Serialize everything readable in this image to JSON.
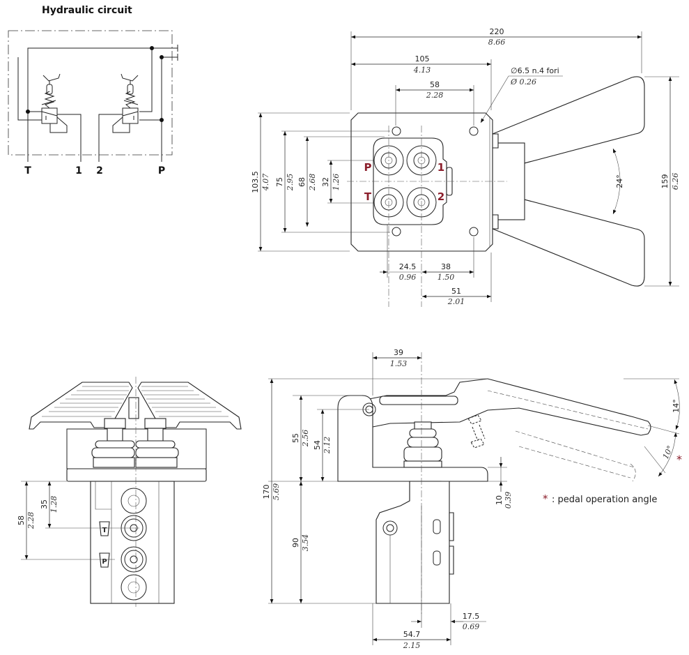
{
  "circuit": {
    "title": "Hydraulic circuit",
    "ports": [
      "T",
      "1",
      "2",
      "P"
    ]
  },
  "top_view": {
    "port_labels": {
      "p": "P",
      "one": "1",
      "t": "T",
      "two": "2"
    },
    "dims": {
      "overall_width": {
        "mm": "220",
        "in": "8.66"
      },
      "plate_width": {
        "mm": "105",
        "in": "4.13"
      },
      "hole_spacing_x": {
        "mm": "58",
        "in": "2.28"
      },
      "holes": {
        "mm": "∅6.5 n.4 fori",
        "in": "Ø 0.26"
      },
      "plate_height": {
        "mm": "103.5",
        "in": "4.07"
      },
      "hole_spacing_y": {
        "mm": "75",
        "in": "2.95"
      },
      "body_height": {
        "mm": "68",
        "in": "2.68"
      },
      "port_spacing": {
        "mm": "32",
        "in": "1.26"
      },
      "port_offset": {
        "mm": "24.5",
        "in": "0.96"
      },
      "hole_offset": {
        "mm": "38",
        "in": "1.50"
      },
      "center_to_edge": {
        "mm": "51",
        "in": "2.01"
      },
      "pedal_angle": "24°",
      "pedal_span": {
        "mm": "159",
        "in": "6.26"
      }
    }
  },
  "front_view": {
    "port_labels": {
      "t": "T",
      "p": "P"
    },
    "dims": {
      "p_port": {
        "mm": "58",
        "in": "2.28"
      },
      "t_port": {
        "mm": "35",
        "in": "1.28"
      }
    }
  },
  "side_view": {
    "dims": {
      "total_height": {
        "mm": "170",
        "in": "5.69"
      },
      "upper_height": {
        "mm": "55",
        "in": "2.56"
      },
      "pivot_height": {
        "mm": "54",
        "in": "2.12"
      },
      "block_height": {
        "mm": "90",
        "in": "3.54"
      },
      "pivot_offset": {
        "mm": "39",
        "in": "1.53"
      },
      "plate_thickness": {
        "mm": "10",
        "in": "0.39"
      },
      "axis_offset": {
        "mm": "17.5",
        "in": "0.69"
      },
      "block_width": {
        "mm": "54.7",
        "in": "2.15"
      },
      "up_angle": "14°",
      "down_angle": "10°"
    },
    "asterisk": "*",
    "legend": {
      "mark": "*",
      "text": ": pedal operation angle"
    },
    "accent_color": "#8b1e2b"
  }
}
